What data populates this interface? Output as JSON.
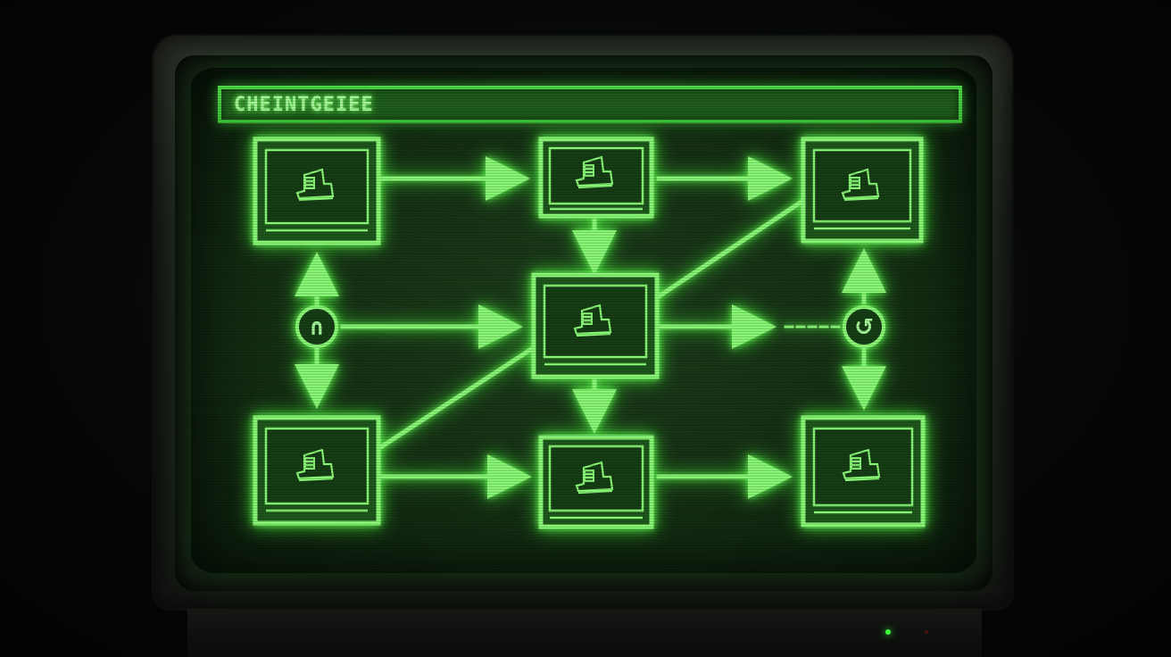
{
  "screen": {
    "title": "CHEINTGEIEE"
  },
  "nodes": [
    {
      "id": "n-top-left",
      "icon": "computer-icon"
    },
    {
      "id": "n-top-mid",
      "icon": "computer-icon"
    },
    {
      "id": "n-top-right",
      "icon": "computer-icon"
    },
    {
      "id": "n-center",
      "icon": "computer-icon"
    },
    {
      "id": "n-bottom-left",
      "icon": "computer-icon"
    },
    {
      "id": "n-bottom-mid",
      "icon": "computer-icon"
    },
    {
      "id": "n-bottom-right",
      "icon": "computer-icon"
    }
  ],
  "junctions": {
    "left": {
      "glyph": "∩",
      "icon": "junction-left-icon"
    },
    "right": {
      "glyph": "↺",
      "icon": "cycle-icon"
    }
  },
  "colors": {
    "phosphor": "#8dff7a",
    "phosphor_dim": "#3fc43a",
    "screen_bg": "#153014"
  }
}
